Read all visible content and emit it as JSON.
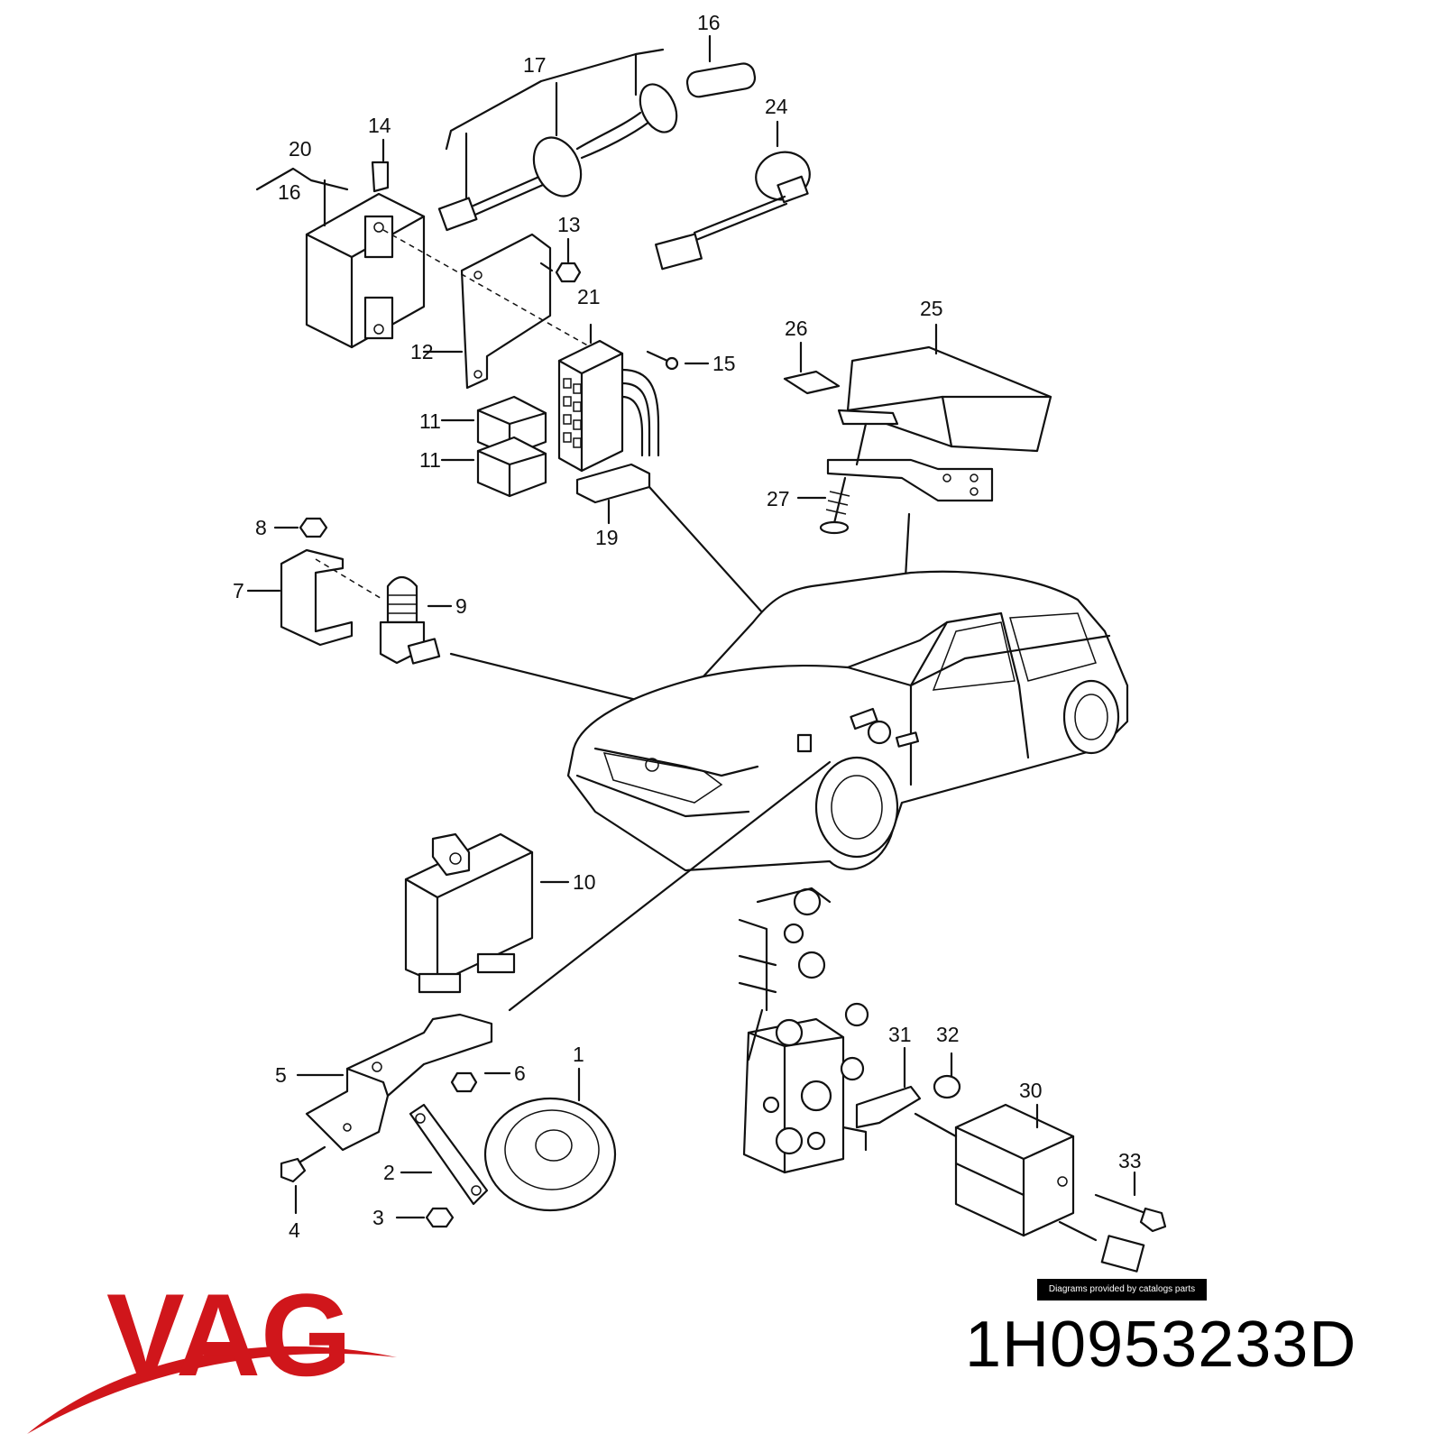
{
  "callouts": {
    "n1": "1",
    "n2": "2",
    "n3": "3",
    "n4": "4",
    "n5": "5",
    "n6": "6",
    "n7": "7",
    "n8": "8",
    "n9": "9",
    "n10": "10",
    "n11a": "11",
    "n11b": "11",
    "n12": "12",
    "n13": "13",
    "n14": "14",
    "n15": "15",
    "n16a": "16",
    "n16b": "16",
    "n17": "17",
    "n19": "19",
    "n20": "20",
    "n21": "21",
    "n24": "24",
    "n25": "25",
    "n26": "26",
    "n27": "27",
    "n30": "30",
    "n31": "31",
    "n32": "32",
    "n33": "33"
  },
  "credit_text": "Diagrams provided by catalogs parts",
  "logo": {
    "text": "VAG",
    "color": "#d0161b"
  },
  "part_number": "1H0953233D"
}
